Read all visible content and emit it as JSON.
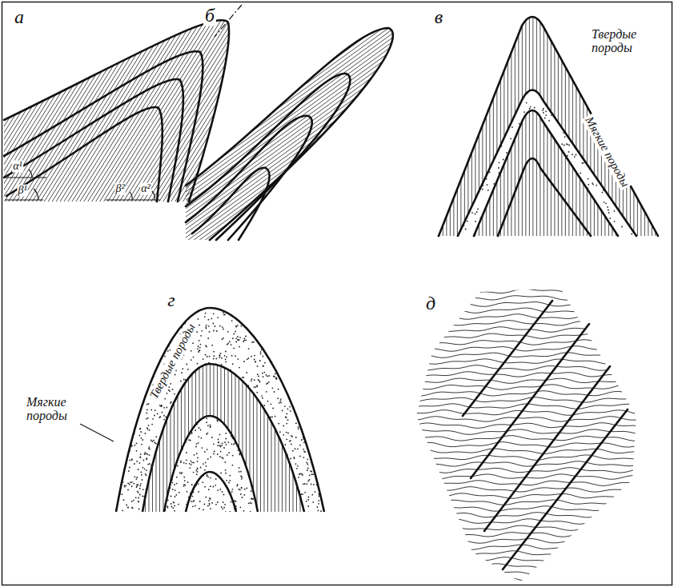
{
  "diagram": {
    "labels": [
      "а",
      "α¹",
      "β¹",
      "β²",
      "α²",
      "б",
      "в",
      "Твердые породы",
      "Мягкие породы",
      "г",
      "Твердые породы",
      "Мягкие породы",
      "д"
    ]
  }
}
